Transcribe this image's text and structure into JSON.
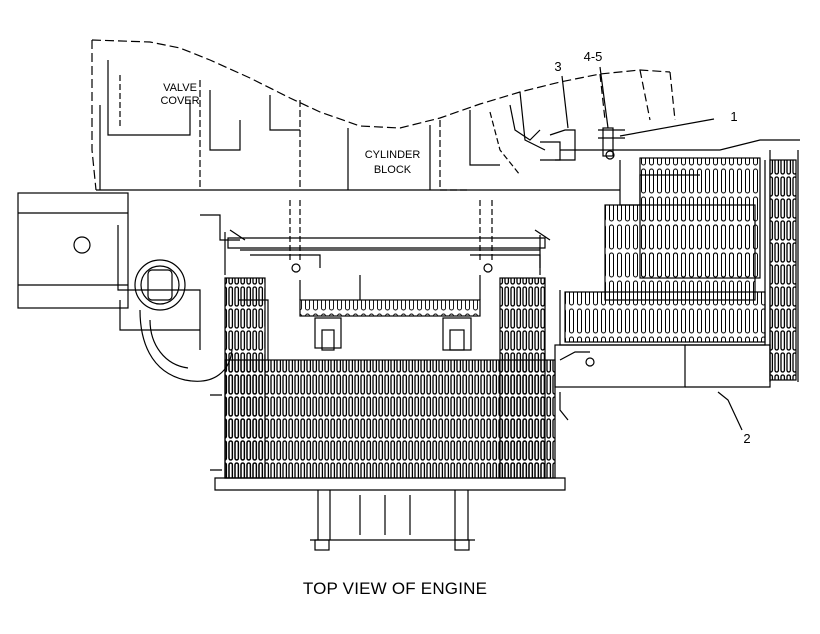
{
  "labels": {
    "valve_cover_1": "VALVE",
    "valve_cover_2": "COVER",
    "cylinder_block_1": "CYLINDER",
    "cylinder_block_2": "BLOCK",
    "callout_1": "1",
    "callout_2": "2",
    "callout_3": "3",
    "callout_4_5": "4-5"
  },
  "caption": "TOP VIEW OF ENGINE",
  "colors": {
    "line": "#000000",
    "background": "#ffffff"
  }
}
